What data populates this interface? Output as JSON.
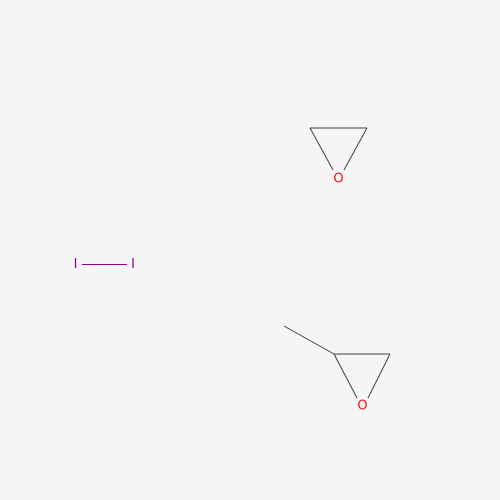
{
  "molecules": {
    "ethylene_oxide": {
      "oxygen": {
        "symbol": "O",
        "color": "#ff0d0d"
      }
    },
    "iodine": {
      "left": {
        "symbol": "I",
        "color": "#940094"
      },
      "right": {
        "symbol": "I",
        "color": "#940094"
      }
    },
    "propylene_oxide": {
      "oxygen": {
        "symbol": "O",
        "color": "#ff0d0d"
      }
    }
  },
  "colors": {
    "background": "#f5f5f5",
    "bond": "#404040",
    "oxygen": "#ff0d0d",
    "iodine": "#940094"
  }
}
